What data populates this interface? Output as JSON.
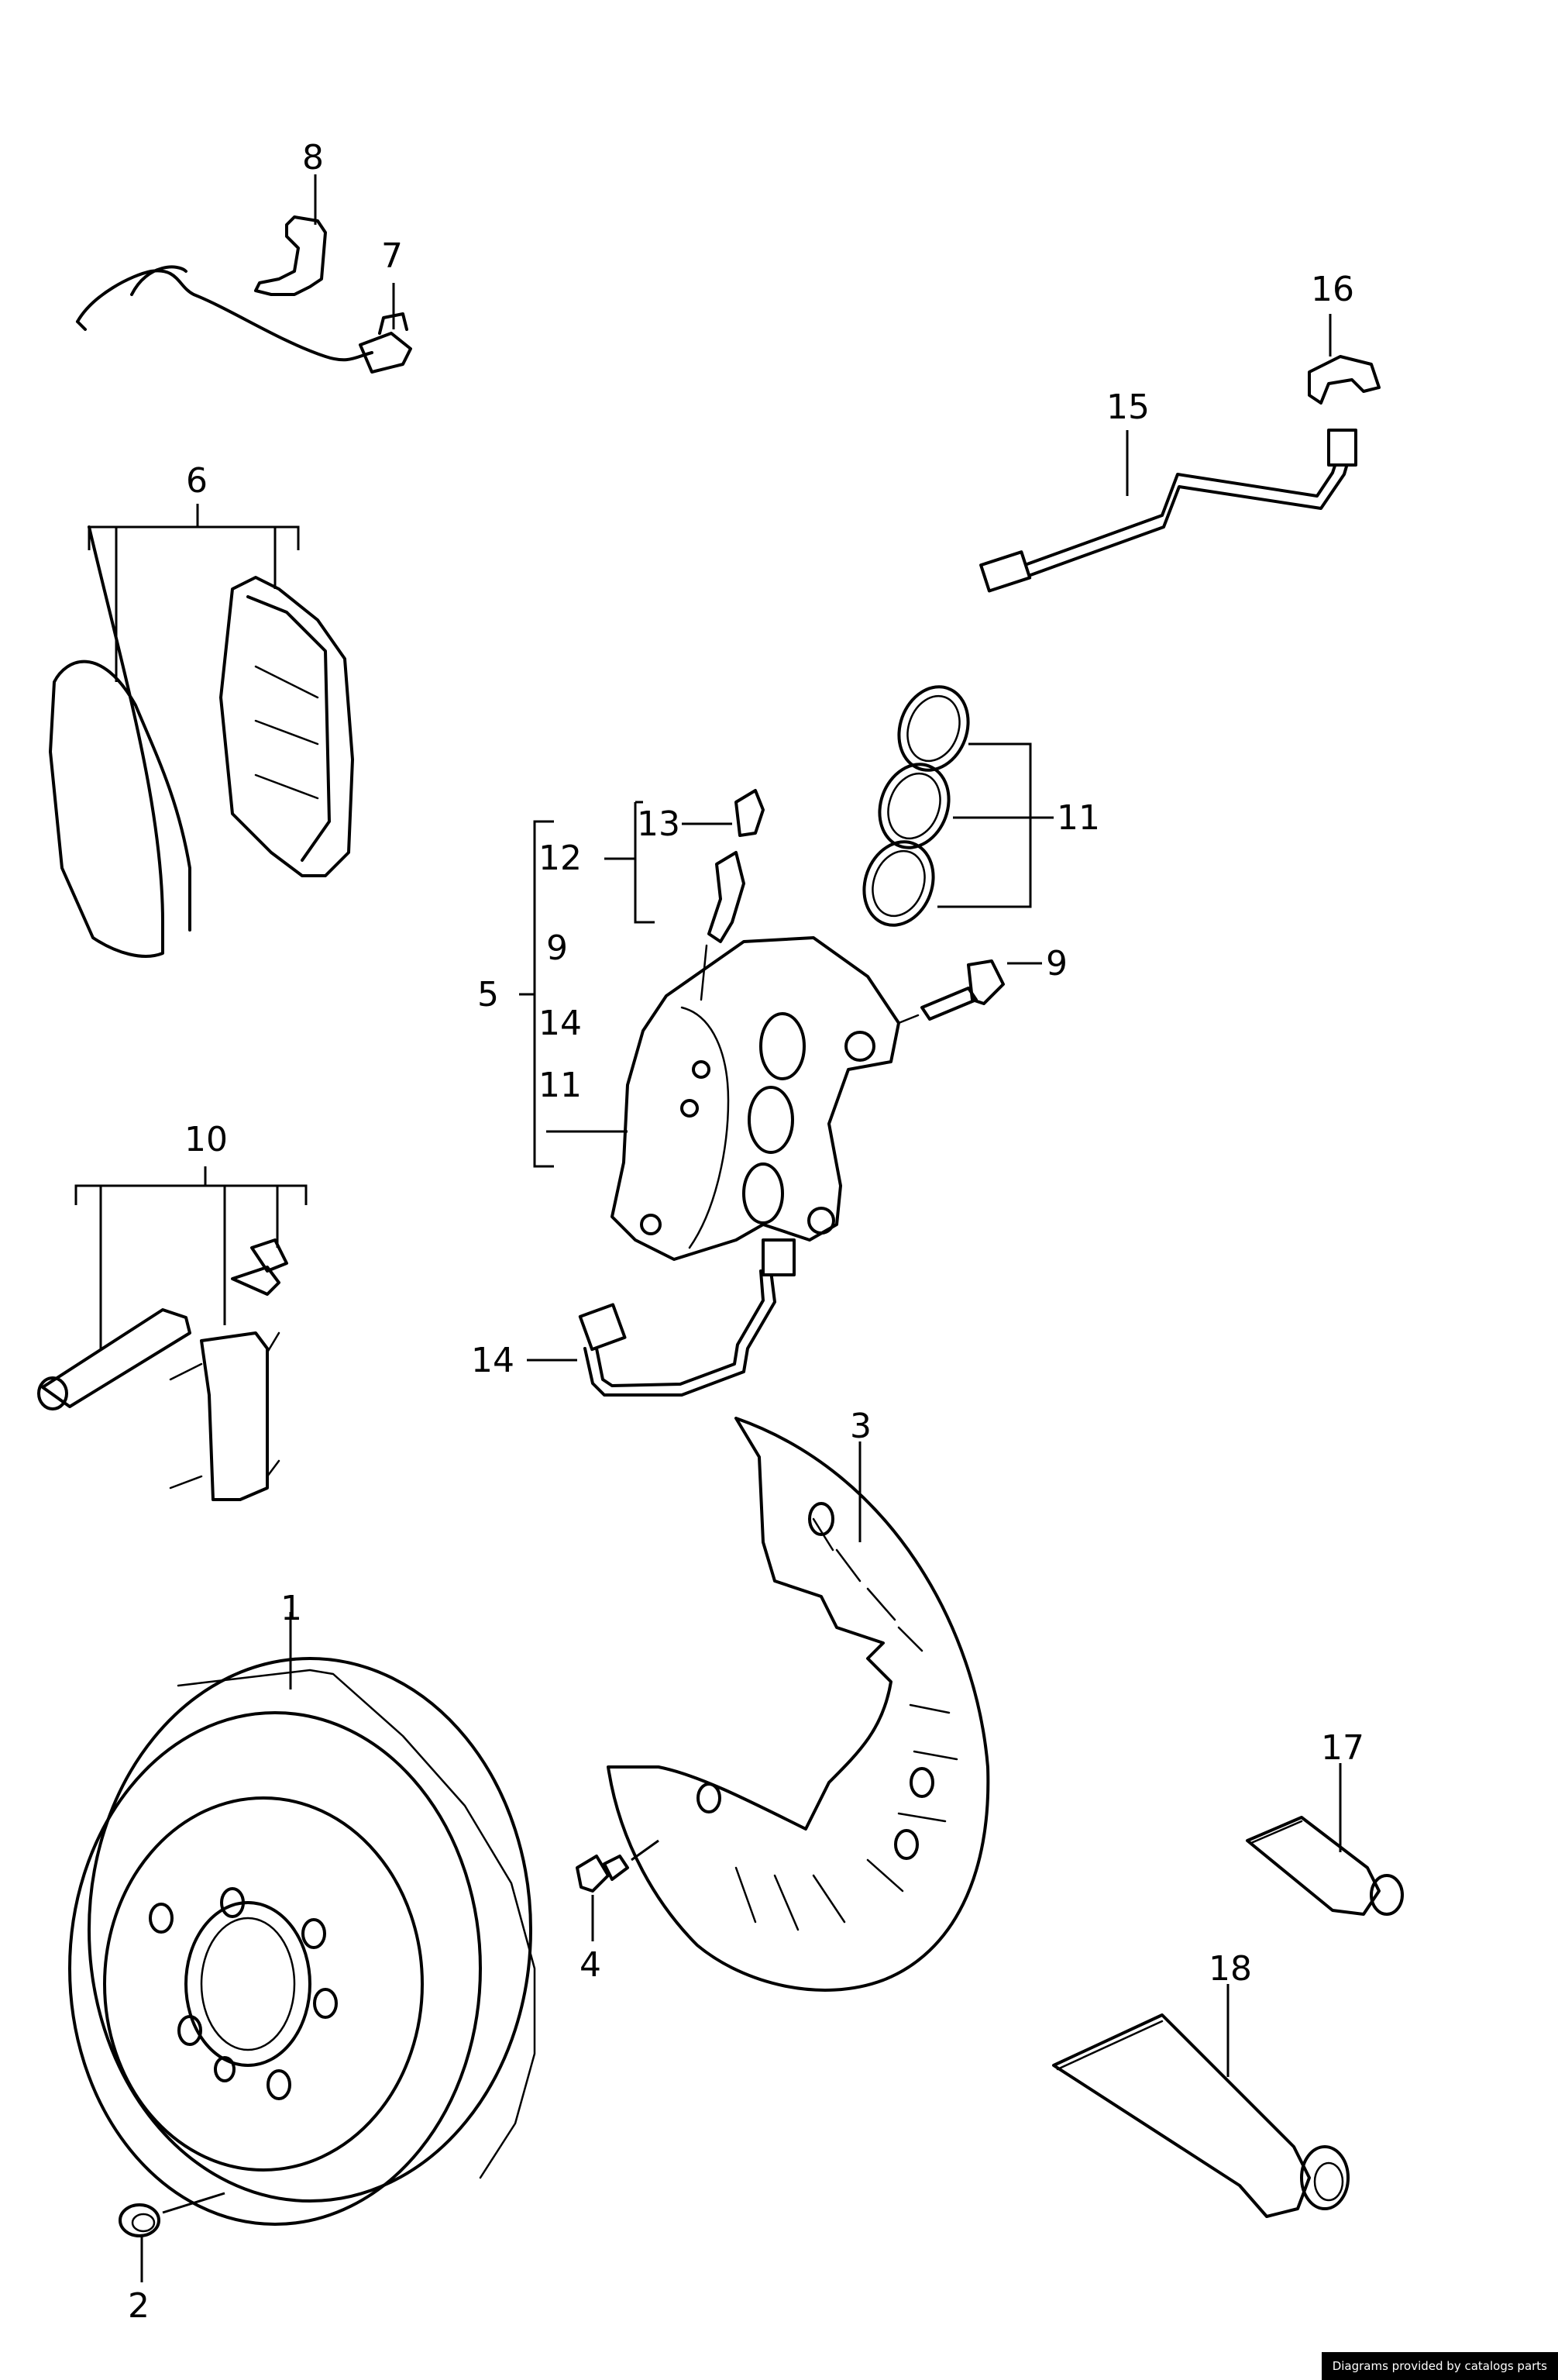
{
  "diagram": {
    "callouts": [
      "1",
      "2",
      "3",
      "4",
      "5",
      "6",
      "7",
      "8",
      "9",
      "10",
      "11",
      "12",
      "13",
      "14",
      "15",
      "16",
      "17",
      "18"
    ],
    "group5_members": [
      "12",
      "9",
      "14",
      "11"
    ],
    "group12_members": [
      "13"
    ],
    "secondary_callouts": {
      "eleven_right": "11",
      "nine_right": "9",
      "fourteen_left": "14"
    }
  },
  "footer": {
    "credit": "Diagrams provided by catalogs parts"
  }
}
